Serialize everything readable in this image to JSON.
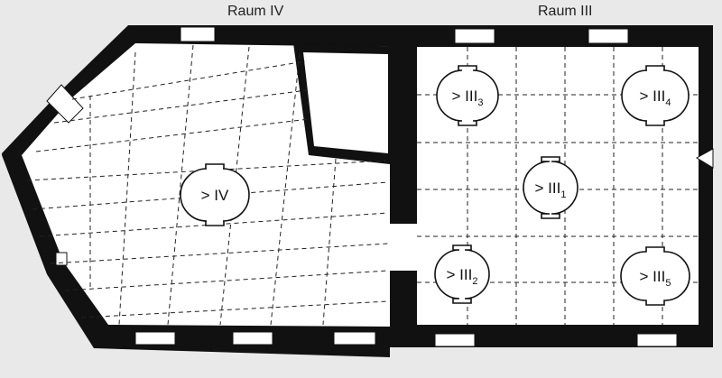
{
  "labels": {
    "room_iv": "Raum IV",
    "room_iii": "Raum III"
  },
  "markers": [
    {
      "id": "iv",
      "arrow": ">",
      "numeral": "IV",
      "sub": ""
    },
    {
      "id": "iii1",
      "arrow": ">",
      "numeral": "III",
      "sub": "1"
    },
    {
      "id": "iii2",
      "arrow": ">",
      "numeral": "III",
      "sub": "2"
    },
    {
      "id": "iii3",
      "arrow": ">",
      "numeral": "III",
      "sub": "3"
    },
    {
      "id": "iii4",
      "arrow": ">",
      "numeral": "III",
      "sub": "4"
    },
    {
      "id": "iii5",
      "arrow": ">",
      "numeral": "III",
      "sub": "5"
    }
  ],
  "colors": {
    "wall": "#111111",
    "floor": "#ffffff",
    "grid": "#222222",
    "paper": "#e9e9e9"
  }
}
